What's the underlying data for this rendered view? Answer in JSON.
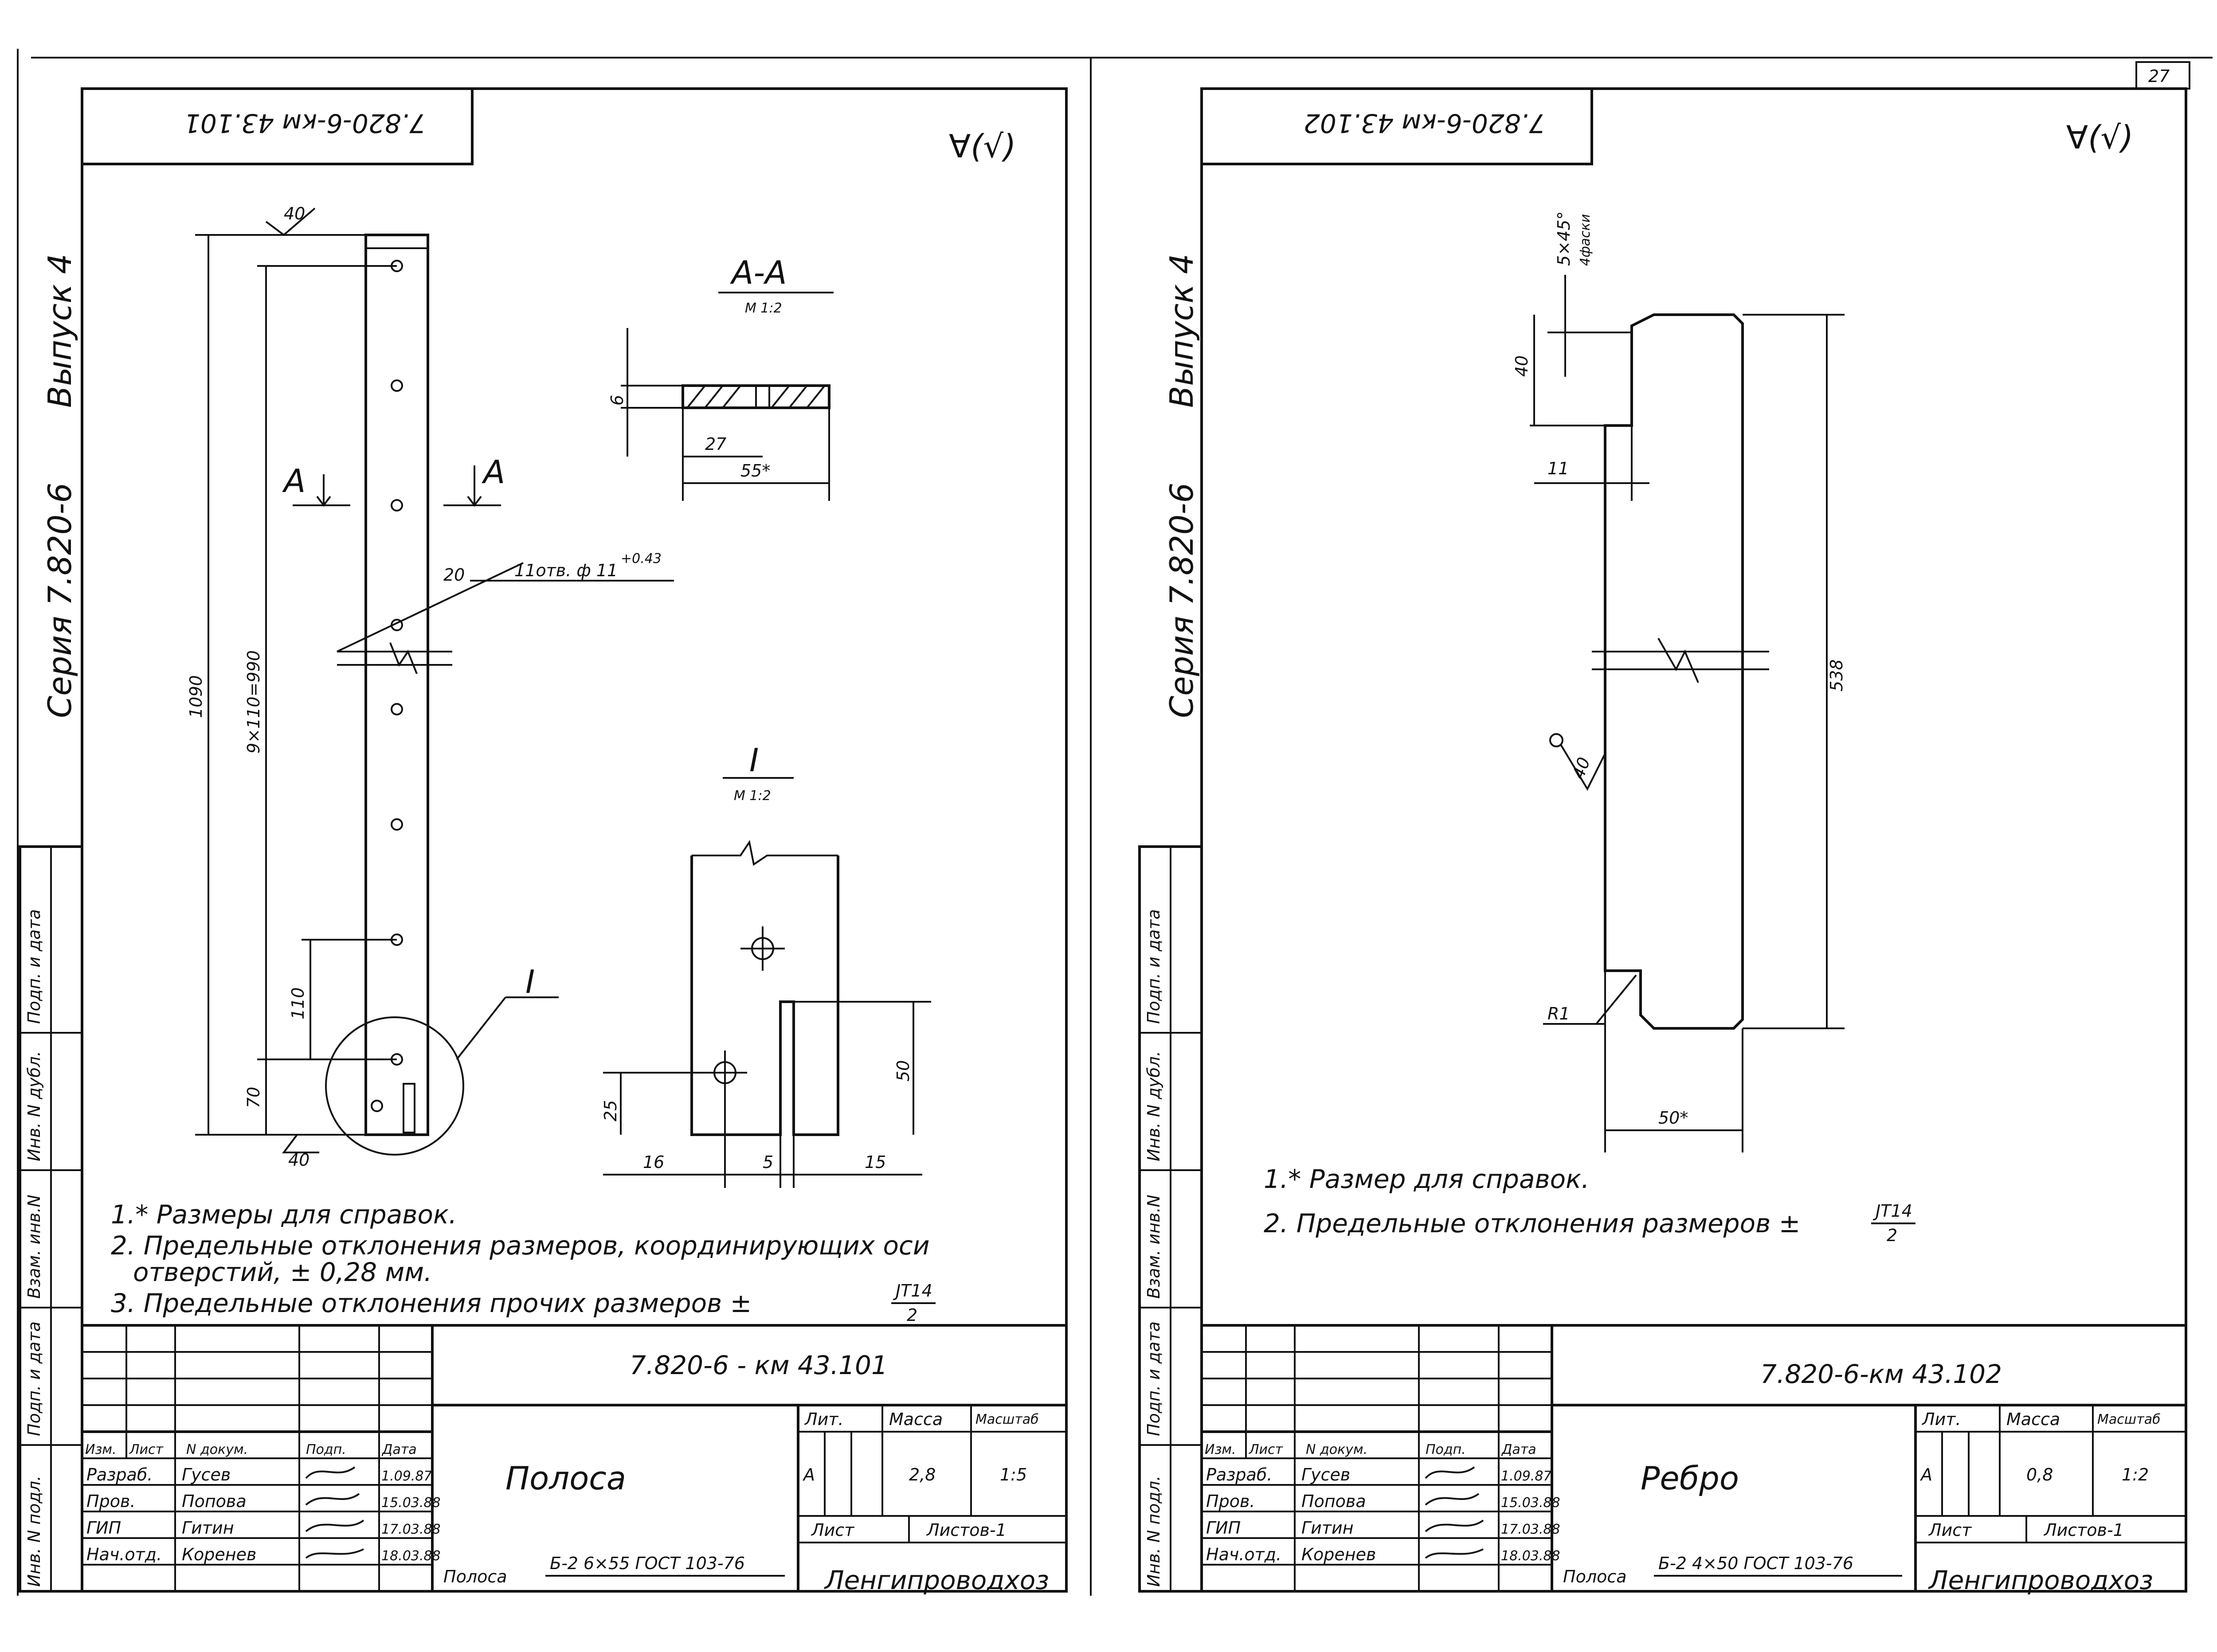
{
  "page_number": "27",
  "sheet_left": {
    "stamp_code_rotated": "7.820-6-км 43.101",
    "roughness": "∀(√)",
    "side_label_series": "Серия 7.820-6",
    "side_label_issue": "Выпуск 4",
    "section_title": "А-А",
    "section_scale": "М 1:2",
    "detail_title": "I",
    "detail_scale": "М 1:2",
    "section_marker_left": "А",
    "section_marker_right": "А",
    "detail_callout": "I",
    "dims": {
      "total_length": "1090",
      "hole_pitch": "9×110=990",
      "pitch": "110",
      "end_offset": "70",
      "top_chamfer": "40",
      "bottom_chamfer": "40",
      "angle": "20",
      "holes_callout": "11отв. ф 11",
      "holes_tol": "+0.43",
      "section_thickness": "6",
      "section_hole_pos": "27",
      "section_width": "55*",
      "detail_height": "50",
      "detail_hole_y": "25",
      "detail_left": "16",
      "detail_slot": "5",
      "detail_right": "15"
    },
    "notes": [
      "1.* Размеры для справок.",
      "2. Предельные отклонения размеров, координирующих оси",
      "отверстий, ± 0,28 мм.",
      "3. Предельные отклонения прочих размеров ±"
    ],
    "note_fraction": {
      "num": "JT14",
      "den": "2"
    },
    "title_block": {
      "doc_code": "7.820-6 - км 43.101",
      "name": "Полоса",
      "headers": [
        "Изм.",
        "Лист",
        "N докум.",
        "Подп.",
        "Дата"
      ],
      "rows": [
        {
          "role": "Разраб.",
          "name": "Гусев",
          "date": "1.09.87"
        },
        {
          "role": "Пров.",
          "name": "Попова",
          "date": "15.03.88"
        },
        {
          "role": "ГИП",
          "name": "Гитин",
          "date": "17.03.88"
        },
        {
          "role": "Нач.отд.",
          "name": "Коренев",
          "date": "18.03.88"
        }
      ],
      "lit_label": "Лит.",
      "mass_label": "Масса",
      "scale_label": "Масштаб",
      "lit": "А",
      "mass": "2,8",
      "scale": "1:5",
      "sheet_label": "Лист",
      "sheets_label": "Листов-1",
      "material_prefix": "Полоса",
      "material": "Б-2 6×55 ГОСТ 103-76",
      "org": "Ленгипроводхоз"
    },
    "stamp_side": [
      "Инв. N подл.",
      "Подп. и дата",
      "Взам. инв.N",
      "Инв. N дубл.",
      "Подп. и дата"
    ]
  },
  "sheet_right": {
    "stamp_code_rotated": "7.820-6-км 43.102",
    "roughness": "∀(√)",
    "side_label_series": "Серия 7.820-6",
    "side_label_issue": "Выпуск 4",
    "dims": {
      "chamfer": "5×45°",
      "chamfer_note": "4фаски",
      "top_step": "40",
      "notch": "11",
      "height": "538",
      "roughness_angle": "40",
      "radius": "R1",
      "width": "50*"
    },
    "notes": [
      "1.* Размер для справок.",
      "2. Предельные отклонения размеров ±"
    ],
    "note_fraction": {
      "num": "JT14",
      "den": "2"
    },
    "title_block": {
      "doc_code": "7.820-6-км 43.102",
      "name": "Ребро",
      "headers": [
        "Изм.",
        "Лист",
        "N докум.",
        "Подп.",
        "Дата"
      ],
      "rows": [
        {
          "role": "Разраб.",
          "name": "Гусев",
          "date": "1.09.87"
        },
        {
          "role": "Пров.",
          "name": "Попова",
          "date": "15.03.88"
        },
        {
          "role": "ГИП",
          "name": "Гитин",
          "date": "17.03.88"
        },
        {
          "role": "Нач.отд.",
          "name": "Коренев",
          "date": "18.03.88"
        }
      ],
      "lit_label": "Лит.",
      "mass_label": "Масса",
      "scale_label": "Масштаб",
      "lit": "А",
      "mass": "0,8",
      "scale": "1:2",
      "sheet_label": "Лист",
      "sheets_label": "Листов-1",
      "material_prefix": "Полоса",
      "material": "Б-2 4×50 ГОСТ 103-76",
      "org": "Ленгипроводхоз"
    },
    "stamp_side": [
      "Инв. N подл.",
      "Подп. и дата",
      "Взам. инв.N",
      "Инв. N дубл.",
      "Подп. и дата"
    ]
  }
}
